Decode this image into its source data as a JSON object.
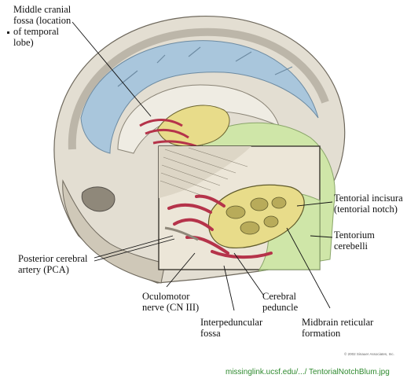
{
  "labels": {
    "middle_cranial": "Middle cranial\nfossa (location\nof temporal\nlobe)",
    "tentorial_incisura": "Tentorial incisura\n(tentorial notch)",
    "tentorium": "Tentorium\ncerebelli",
    "pca": "Posterior cerebral\nartery (PCA)",
    "oculomotor": "Oculomotor\nnerve (CN III)",
    "cerebral_peduncle": "Cerebral\npeduncle",
    "interpeduncular": "Interpeduncular\nfossa",
    "midbrain": "Midbrain reticular\nformation"
  },
  "copyright": "© 2002 Sinauer Associates, Inc.",
  "source": "missinglink.ucsf.edu/.../ TentorialNotchBlum.jpg",
  "colors": {
    "skull": "#e3ded2",
    "skull_shadow": "#b9b3a4",
    "meninges_blue": "#a9c6dc",
    "tentorium_green": "#cfe6a8",
    "midbrain_yellow": "#e8dc8a",
    "artery_red": "#b5334a",
    "source_green": "#2f8a2f"
  }
}
